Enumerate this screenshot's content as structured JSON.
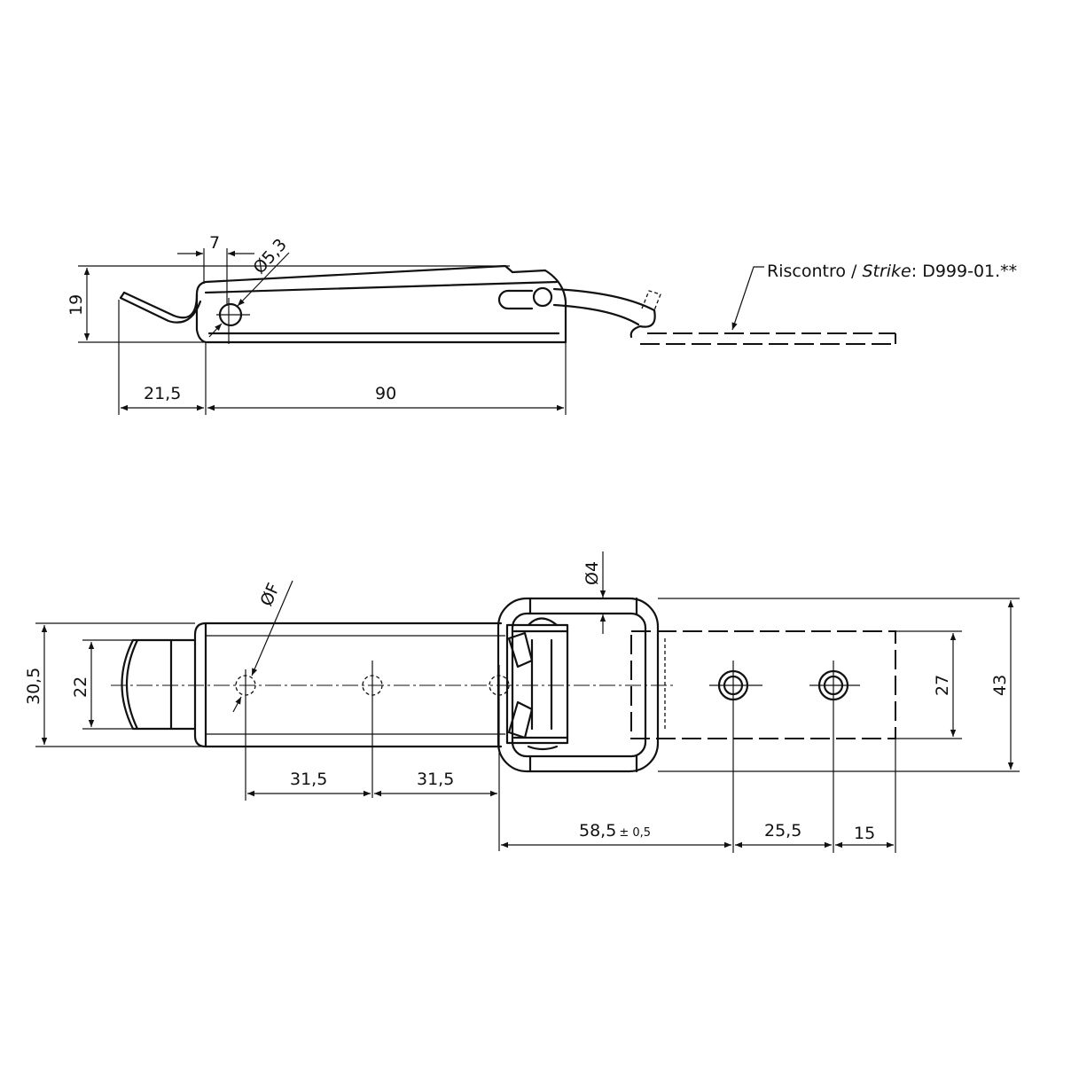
{
  "top_view": {
    "dims": {
      "height": "19",
      "hook": "21,5",
      "length": "90",
      "hole_offset": "7",
      "hole_dia": "Ø5,3"
    },
    "strike_label": {
      "prefix": "Riscontro / ",
      "italic": "Strike",
      "suffix": ": D999-01.**"
    }
  },
  "bottom_view": {
    "dims": {
      "width_outer": "30,5",
      "tab_width": "22",
      "hole_dia": "ØF",
      "pitch1": "31,5",
      "pitch2": "31,5",
      "wire_dia": "Ø4",
      "strike_distance": "58,5",
      "strike_tolerance": "± 0,5",
      "strike_pitch": "25,5",
      "strike_end": "15",
      "strike_width": "27",
      "loop_width": "43"
    }
  }
}
